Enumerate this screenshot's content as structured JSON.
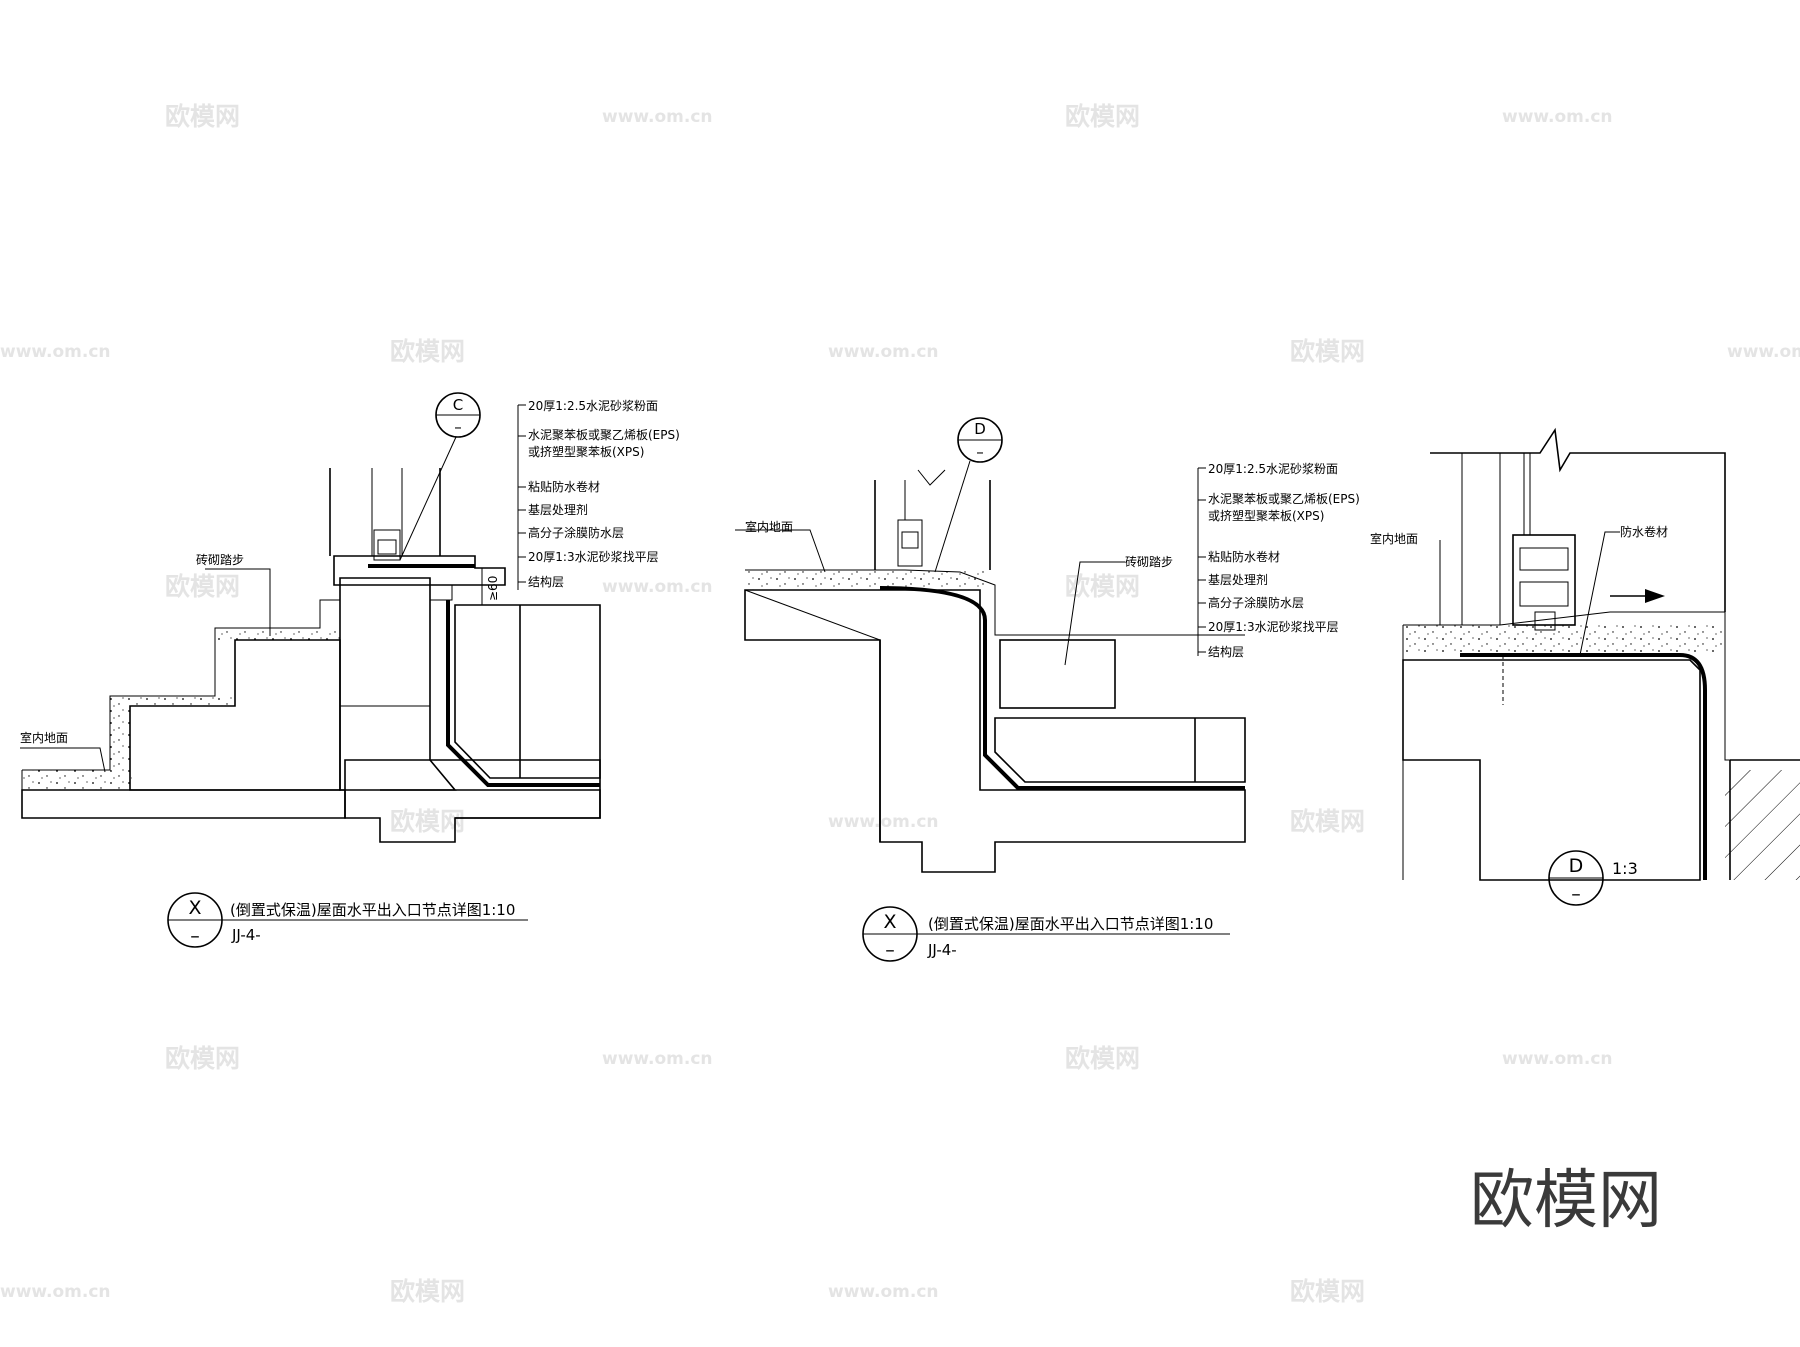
{
  "watermark": {
    "brand": "欧模网",
    "url": "www.om.cn"
  },
  "logo": "欧模网",
  "detail_a": {
    "section_mark": "C",
    "section_mark_sub": "–",
    "layers": [
      "20厚1:2.5水泥砂浆粉面",
      "水泥聚苯板或聚乙烯板(EPS)",
      "或挤塑型聚苯板(XPS)",
      "粘贴防水卷材",
      "基层处理剂",
      "高分子涂膜防水层",
      "20厚1:3水泥砂浆找平层",
      "结构层"
    ],
    "label_step": "砖砌踏步",
    "label_floor": "室内地面",
    "dim": "≥60",
    "title_num": "X",
    "title_sub": "–",
    "title": "(倒置式保温)屋面水平出入口节点详图1:10",
    "ref": "JJ-4-"
  },
  "detail_b": {
    "section_mark": "D",
    "section_mark_sub": "–",
    "layers": [
      "20厚1:2.5水泥砂浆粉面",
      "水泥聚苯板或聚乙烯板(EPS)",
      "或挤塑型聚苯板(XPS)",
      "粘贴防水卷材",
      "基层处理剂",
      "高分子涂膜防水层",
      "20厚1:3水泥砂浆找平层",
      "结构层"
    ],
    "label_step": "砖砌踏步",
    "label_floor": "室内地面",
    "title_num": "X",
    "title_sub": "–",
    "title": "(倒置式保温)屋面水平出入口节点详图1:10",
    "ref": "JJ-4-"
  },
  "detail_c": {
    "label_floor": "室内地面",
    "label_waterproof": "防水卷材",
    "title_num": "D",
    "title_sub": "–",
    "scale": "1:3"
  }
}
